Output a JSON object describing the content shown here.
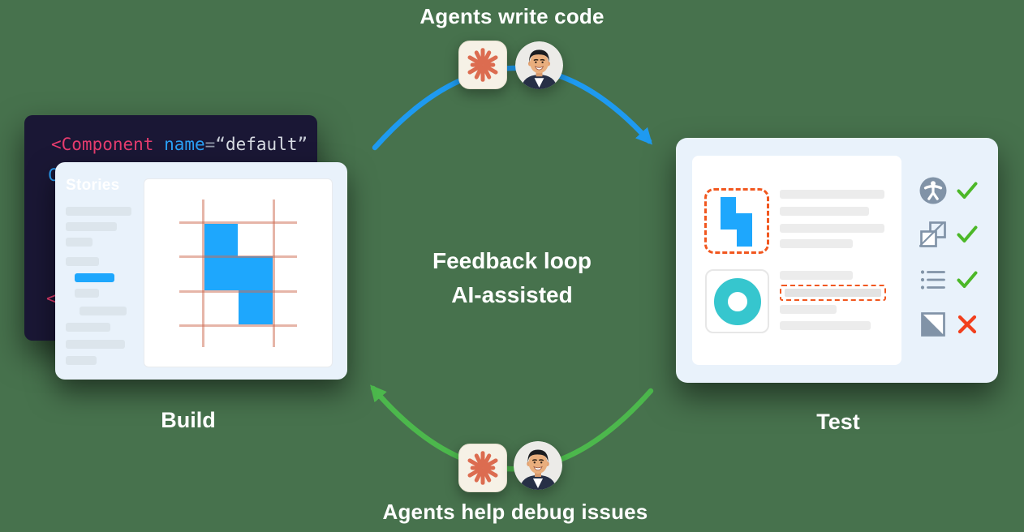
{
  "background_color": "#47724D",
  "top_flow": {
    "caption": "Agents write code",
    "icons": [
      "claude-asterisk-icon",
      "developer-avatar"
    ]
  },
  "center": {
    "title_line1": "Feedback loop",
    "title_line2": "AI-assisted"
  },
  "bottom_flow": {
    "caption": "Agents help debug issues",
    "icons": [
      "claude-asterisk-icon",
      "developer-avatar"
    ]
  },
  "arrows": {
    "top_color": "#1E9AF0",
    "bottom_color": "#4CB84C"
  },
  "build_section": {
    "label": "Build",
    "code_editor": {
      "line1": [
        {
          "text": "<Component",
          "color": "#E73C6E"
        },
        {
          "text": " ",
          "color": ""
        },
        {
          "text": "name",
          "color": "#2AA0F6"
        },
        {
          "text": "=",
          "color": "#8F97A8"
        },
        {
          "text": "“",
          "color": "#C7CCD6"
        },
        {
          "text": "default",
          "color": "#D9DDE4"
        },
        {
          "text": "”",
          "color": "#C7CCD6"
        }
      ],
      "line2_partial": "C",
      "line2_color": "#2AA0F6",
      "line3_partial": "<",
      "line3_color": "#E73C6E"
    },
    "stories_panel": {
      "title": "Stories",
      "active_item_color": "#1EA7FD",
      "sidebar_bars": [
        {
          "w": 81,
          "indent": 0
        },
        {
          "w": 63,
          "indent": 0
        },
        {
          "w": 33,
          "indent": 0
        },
        {
          "w": 41,
          "indent": 0
        },
        {
          "w": 49,
          "indent": 11,
          "active": true
        },
        {
          "w": 30,
          "indent": 11
        },
        {
          "w": 58,
          "indent": 17
        },
        {
          "w": 55,
          "indent": 0
        },
        {
          "w": 73,
          "indent": 0
        },
        {
          "w": 38,
          "indent": 0
        }
      ],
      "component_shape_color": "#1EA7FD",
      "grid_color": "#CE6C52"
    }
  },
  "test_section": {
    "label": "Test",
    "highlight_border_color": "#F1571F",
    "component_shape_color": "#1EA7FD",
    "donut_color": "#36C6CE",
    "skeleton_bars_top": [
      129,
      110,
      129,
      90
    ],
    "skeleton_bars_bottom_before": [
      90
    ],
    "flagged_bar_width": 131,
    "skeleton_bars_bottom_after": [
      70,
      112
    ],
    "audit_checks": [
      {
        "icon": "accessibility-icon",
        "result": "pass"
      },
      {
        "icon": "layers-icon",
        "result": "pass"
      },
      {
        "icon": "list-icon",
        "result": "pass"
      },
      {
        "icon": "contrast-icon",
        "result": "fail"
      }
    ],
    "pass_color": "#4CB828",
    "fail_color": "#F23F1D"
  }
}
